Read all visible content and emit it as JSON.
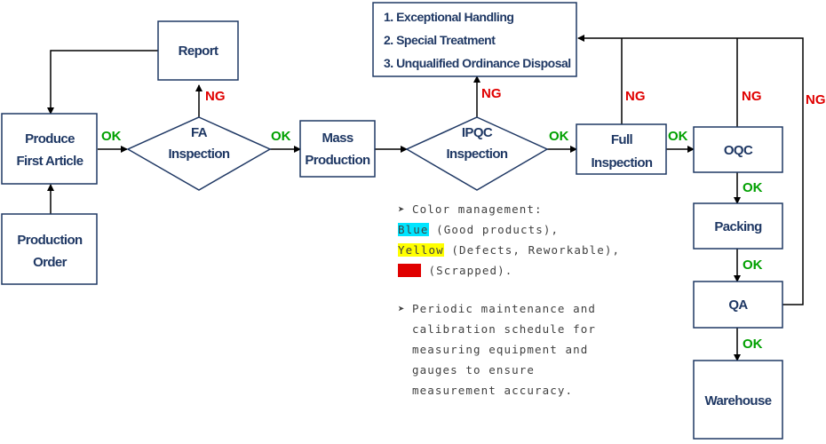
{
  "nodes": {
    "report": "Report",
    "produce_first_article": [
      "Produce",
      "First Article"
    ],
    "production_order": [
      "Production",
      "Order"
    ],
    "fa_inspection": [
      "FA",
      "Inspection"
    ],
    "mass_production": [
      "Mass",
      "Production"
    ],
    "ipqc_inspection": [
      "IPQC",
      "Inspection"
    ],
    "full_inspection": [
      "Full",
      "Inspection"
    ],
    "oqc": "OQC",
    "packing": "Packing",
    "qa": "QA",
    "warehouse": "Warehouse"
  },
  "ng_list": [
    "1.   Exceptional Handling",
    "2.   Special Treatment",
    "3.   Unqualified Ordinance Disposal"
  ],
  "labels": {
    "ok": "OK",
    "ng": "NG"
  },
  "notes": {
    "color_heading": "Color management:",
    "blue": "Blue",
    "blue_desc": " (Good products),",
    "yellow": "Yellow",
    "yellow_desc": " (Defects, Reworkable),",
    "red": "Red",
    "red_desc": " (Scrapped).",
    "maintenance_lines": [
      "Periodic maintenance and",
      "calibration schedule for",
      "measuring equipment and",
      "gauges to ensure",
      "measurement accuracy."
    ]
  },
  "colors": {
    "box_border": "#1f3864",
    "text": "#1f3864",
    "ok": "#00a000",
    "ng": "#e00000",
    "blue_highlight": "#00e5ff",
    "yellow_highlight": "#ffff00",
    "red_highlight": "#e00000"
  }
}
